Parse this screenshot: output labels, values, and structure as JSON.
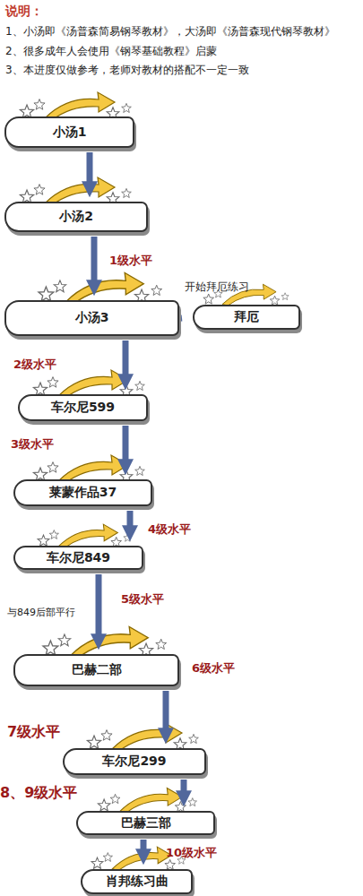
{
  "diagram": {
    "title": "说明：",
    "nodes": [
      {
        "text": [
          "小汤1"
        ]
      },
      {
        "text": [
          "小汤2"
        ]
      },
      {
        "text": [
          "小汤3"
        ]
      },
      {
        "text": [
          "拜厄"
        ]
      },
      {
        "text": [
          "车尔尼599"
        ]
      },
      {
        "text": [
          "莱蒙作品37"
        ]
      },
      {
        "text": [
          "车尔尼849"
        ]
      },
      {
        "text": [
          "巴赫二部"
        ]
      },
      {
        "text": [
          "车尔尼299"
        ]
      },
      {
        "text": [
          "巴赫三部"
        ]
      },
      {
        "text": [
          "肖邦练习曲"
        ]
      }
    ],
    "edges": [
      {
        "from": 0,
        "to": 1,
        "arrow": "to"
      },
      {
        "from": 1,
        "to": 2,
        "label": "1级水平",
        "arrow": "to"
      },
      {
        "from": 2,
        "to": 3,
        "label": "开始拜厄练习",
        "arrow": "to"
      },
      {
        "from": 2,
        "to": 4,
        "arrow": "to"
      },
      {
        "from": 4,
        "to": 5,
        "arrow": "to"
      },
      {
        "from": 5,
        "to": 6,
        "label": "4级水平",
        "arrow": "to"
      },
      {
        "from": 6,
        "to": 7,
        "label": "5级水平",
        "arrow": "to"
      },
      {
        "from": 7,
        "to": 8,
        "arrow": "to"
      },
      {
        "from": 8,
        "to": 9,
        "arrow": "to"
      },
      {
        "from": 9,
        "to": 10,
        "label": "10级水平",
        "arrow": "to"
      }
    ],
    "labels": [
      "1、小汤即《汤普森简易钢琴教材》，大汤即《汤普森现代钢琴教材》",
      "2、很多成年人会使用《钢琴基础教程》启蒙",
      "3、本进度仅做参考，老师对教材的搭配不一定一致",
      "2级水平",
      "3级水平",
      "与849后部平行",
      "6级水平",
      "7级水平",
      "8、9级水平"
    ]
  }
}
